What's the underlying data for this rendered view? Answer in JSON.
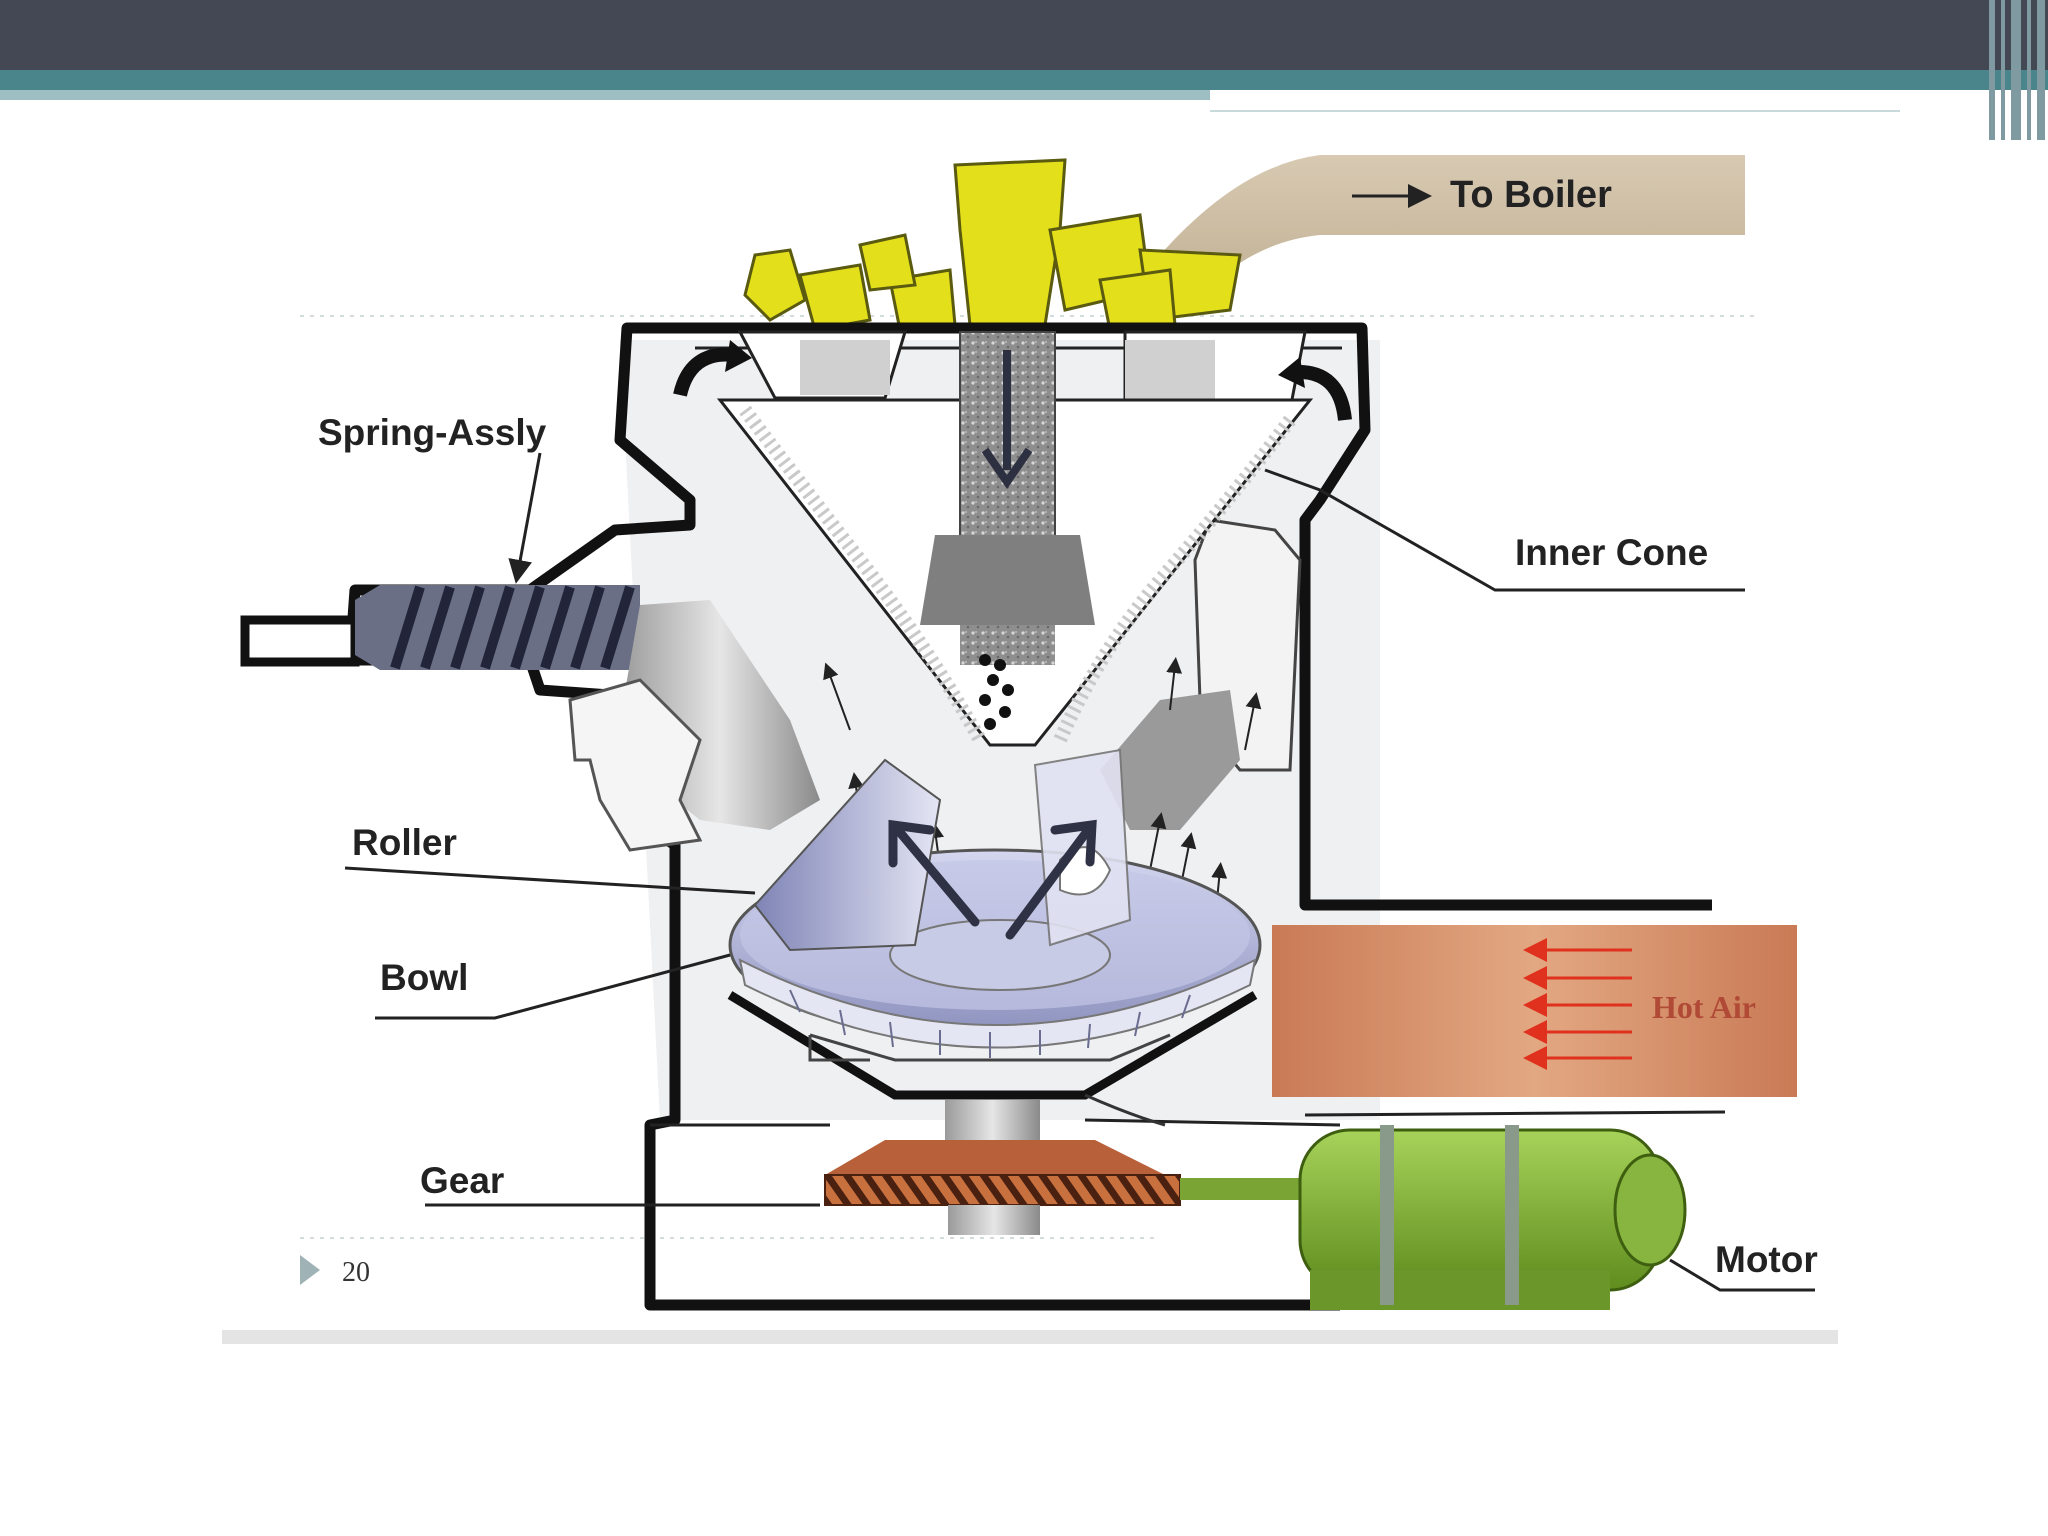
{
  "labels": {
    "to_boiler": "To Boiler",
    "spring_assly": "Spring-Assly",
    "inner_cone": "Inner Cone",
    "roller": "Roller",
    "bowl": "Bowl",
    "gear": "Gear",
    "hot_air": "Hot Air",
    "motor": "Motor"
  },
  "slide": {
    "page_number": "20"
  },
  "colors": {
    "header_dark": "#434854",
    "header_teal": "#4b858c",
    "coal_yellow": "#e3df1a",
    "motor_green": "#8ebd3a",
    "hot_air_copper": "#d7946f",
    "gear_copper": "#b8603a",
    "bowl_lavender": "#b9bde0"
  }
}
